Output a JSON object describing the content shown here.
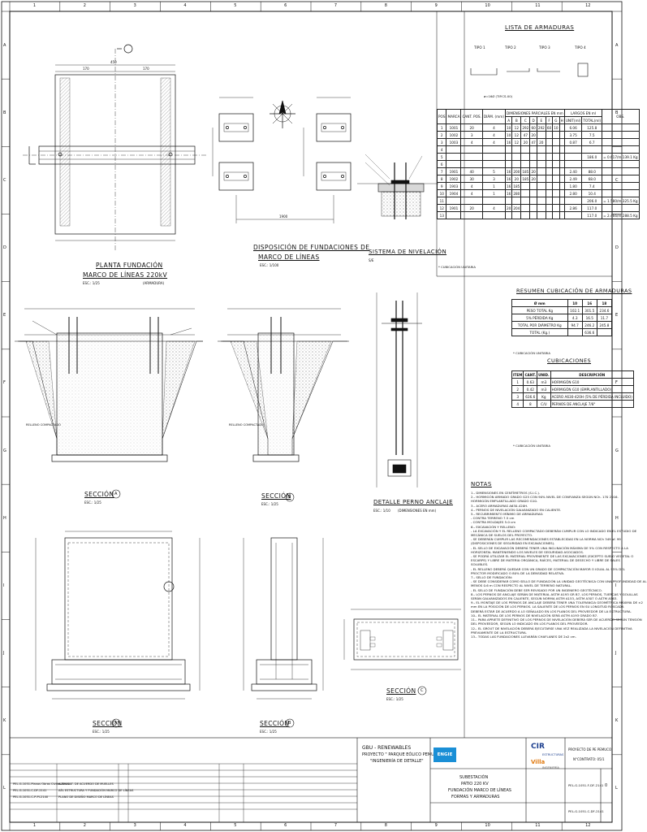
{
  "border": {
    "columns": [
      "1",
      "2",
      "3",
      "4",
      "5",
      "6",
      "7",
      "8",
      "9",
      "10",
      "11",
      "12"
    ],
    "rows": [
      "A",
      "B",
      "C",
      "D",
      "E",
      "F",
      "G",
      "H",
      "I",
      "J",
      "K",
      "L"
    ]
  },
  "drawings": {
    "plan_title": "PLANTA FUNDACIÓN",
    "plan_title2": "MARCO DE LÍNEAS 220kV",
    "plan_scale": "ESC.: 1/25",
    "plan_dims": [
      "450",
      "170",
      "170"
    ],
    "layout_title": "DISPOSICIÓN DE FUNDACIONES DE",
    "layout_title2": "MARCO DE LÍNEAS",
    "layout_scale": "ESC.: 1/100",
    "leveling_title": "SISTEMA DE NIVELACIÓN",
    "leveling_scale": "S/E",
    "sectA_title": "SECCIÓN",
    "sectA_letter": "A",
    "sectA_scale": "ESC.: 1/25",
    "sectB_title": "SECCIÓN",
    "sectB_letter": "B",
    "sectB_scale": "ESC.: 1/25",
    "bolt_title": "DETALLE PERNO ANCLAJE",
    "bolt_scale": "ESC.: 1/10",
    "bolt_note": "(DIMENSIONES EN mm)",
    "sectA2_title": "SECCIÓN",
    "sectA2_letter": "A",
    "sectA2_scale": "ESC.: 1/25",
    "sectB2_title": "SECCIÓN",
    "sectB2_letter": "B",
    "sectB2_scale": "ESC.: 1/25",
    "sectC_title": "SECCIÓN",
    "sectC_letter": "C",
    "sectC_scale": "ESC.: 1/25",
    "fill_label": "RELLENO COMPACTADO",
    "plan_arm": "(ARMADURA)",
    "layout_dim": "1900"
  },
  "armaduras": {
    "title": "LISTA DE ARMADURAS",
    "types": [
      "TIPO 1",
      "TIPO 2",
      "TIPO 3",
      "TIPO 4"
    ],
    "note_phi": "ø=16Ø (TIP.CS.X0)",
    "headers": [
      "POS",
      "MARCA",
      "CANT. POS.",
      "DIÁM. (mm)",
      "A",
      "B",
      "C",
      "D",
      "E",
      "F",
      "G",
      "H",
      "UNIT(ml)",
      "TOTAL(ml)",
      "OBS."
    ],
    "header_group": "DIMENSIONES PARCIALES EN mm",
    "header_group2": "LARGOS EN ml",
    "rows": [
      [
        "1",
        "1001",
        "20",
        "4",
        "10",
        "12",
        "292",
        "60",
        "292",
        "60",
        "10",
        "",
        "6.06",
        "125.8",
        ""
      ],
      [
        "2",
        "1002",
        "3",
        "4",
        "10",
        "12",
        "47",
        "20",
        "",
        "",
        "",
        "",
        "3.75",
        "7.5",
        ""
      ],
      [
        "3",
        "1003",
        "4",
        "4",
        "16",
        "12",
        "20",
        "47",
        "20",
        "",
        "",
        "",
        "0.87",
        "6.7",
        ""
      ],
      [
        "4",
        "",
        "",
        "",
        "",
        "",
        "",
        "",
        "",
        "",
        "",
        "",
        "",
        "",
        ""
      ],
      [
        "5",
        "",
        "",
        "",
        "",
        "",
        "",
        "",
        "",
        "",
        "",
        "",
        "",
        "186.0",
        "= 0.617/m  139.1 Kg"
      ],
      [
        "6",
        "",
        "",
        "",
        "",
        "",
        "",
        "",
        "",
        "",
        "",
        "",
        "",
        "",
        ""
      ],
      [
        "7",
        "1901",
        "40",
        "5",
        "16",
        "200",
        "185",
        "20",
        "",
        "",
        "",
        "",
        "2.40",
        "88.0",
        ""
      ],
      [
        "8",
        "1902",
        "30",
        "3",
        "16",
        "20",
        "185",
        "20",
        "",
        "",
        "",
        "",
        "2.49",
        "68.0",
        ""
      ],
      [
        "9",
        "1903",
        "4",
        "1",
        "16",
        "185",
        "",
        "",
        "",
        "",
        "",
        "",
        "1.80",
        "7.4",
        ""
      ],
      [
        "10",
        "1904",
        "4",
        "1",
        "16",
        "280",
        "",
        "",
        "",
        "",
        "",
        "",
        "2.80",
        "10.4",
        ""
      ],
      [
        "11",
        "",
        "",
        "",
        "",
        "",
        "",
        "",
        "",
        "",
        "",
        "",
        "",
        "206.0",
        "= 1.580/m  325.5 Kg"
      ],
      [
        "12",
        "1901",
        "20",
        "4",
        "20",
        "204",
        "",
        "",
        "",
        "",
        "",
        "",
        "2.86",
        "117.0",
        ""
      ],
      [
        "13",
        "",
        "",
        "",
        "",
        "",
        "",
        "",
        "",
        "",
        "",
        "",
        "",
        "117.0",
        "= 2.466/m  288.5 Kg"
      ]
    ],
    "footnote": "* CUBICACIÓN UNITARIA"
  },
  "resumen": {
    "title": "RESUMEN CUBICACIÓN DE ARMADURAS",
    "headers": [
      "Ø mm",
      "10",
      "16",
      "18"
    ],
    "rows": [
      [
        "PESO TOTAL Kg",
        "102.1",
        "301.5",
        "234.6"
      ],
      [
        "5% PÉRDIDA Kg",
        "4.3",
        "16.5",
        "11.7"
      ],
      [
        "TOTAL POR DIÁMETRO Kg",
        "94.7",
        "246.2",
        "245.8"
      ],
      [
        "TOTAL (Kg.)",
        "",
        "636.6",
        ""
      ]
    ],
    "footnote": "* CUBICACIÓN UNITARIA"
  },
  "cubicaciones": {
    "title": "CUBICACIONES",
    "headers": [
      "ITEM",
      "CANT.",
      "UNID.",
      "DESCRIPCIÓN"
    ],
    "rows": [
      [
        "1",
        "0.63",
        "m3",
        "HORMIGÓN G10"
      ],
      [
        "2",
        "0.42",
        "m3",
        "HORMIGÓN G10 (EMPLANTILLADO)"
      ],
      [
        "3",
        "636.6",
        "Kg",
        "ACERO A630-420H (5% DE PÉRDIDA INCLUIDO)"
      ],
      [
        "4",
        "8",
        "C/U",
        "PERNOS DE ANCLAJE 7/8\""
      ]
    ],
    "footnote": "* CUBICACIÓN UNITARIA"
  },
  "notas": {
    "title": "NOTAS",
    "lines": [
      "1.- DIMENSIONES EN CENTÍMETROS (S.I.C.).",
      "2.- HORMIGÓN ARMADO GRADO G25 CON 90% NIVEL DE CONFIANZA SEGÚN NCh. 170 2016.",
      "    HORMIGÓN EMPLANTILLADO GRADO G10.",
      "3.- ACERO ARMADURAS A630-420H.",
      "4.- PERNOS DE NIVELACIÓN GALVANIZADO EN CALIENTE.",
      "5.- RECUBRIMIENTO MÍNIMO DE ARMADURAS:",
      "    - CONTRA TERRENO 7.5 cm",
      "    - CONTRA MOLDAJES 5.0 cm",
      "6.- EXCAVACIÓN Y RELLENO:",
      "    - LA EXCAVACIÓN Y EL RELLENO COMPACTADO DEBERÁN CUMPLIR CON LO INDICADO EN EL ESTUDIO DE",
      "      MECÁNICA DE SUELOS DEL PROYECTO.",
      "    - SE DEBERÁN CUMPLIR LAS RECOMENDACIONES ESTABLECIDAS EN LA NORMA NCh 349 of. 99",
      "      (DISPOSICIONES DE SEGURIDAD EN EXCAVACIONES).",
      "    - EL SELLO DE EXCAVACIÓN DEBERÁ TENER UNA INCLINACIÓN MÁXIMA DE 5% CON RESPECTO A LA",
      "      HORIZONTAL MANTENIENDO LOS NIVELES DE SEGURIDAD ASOCIADOS.",
      "    - SE PODRÁ UTILIZAR EL MATERIAL PROVENIENTE DE LAS EXCAVACIONES (EXCEPTO SUELO VEGETAL O",
      "      ESCARPE) Y LIBRE DE MATERIA ORGÁNICA, RAÍCES, MATERIAL DE DESECHO Y LIBRE DE SALES",
      "      SOLUBLES.",
      "    - EL RELLENO DEBERÁ QUEDAR CON UN GRADO DE COMPACTACIÓN MAYOR O IGUAL AL 95% DEL",
      "      PROCTOR MODIFICADO O 80% DE LA DENSIDAD RELATIVA.",
      "7.- SELLO DE FUNDACIÓN:",
      "    - SE DEBE CONSIDERAR COMO SELLO DE FUNDACIÓN LA UNIDAD GEOTÉCNICA CON UNA PROFUNDIDAD DE AL",
      "      MENOS 0.6 m CON RESPECTO AL NIVEL DE TERRENO NATURAL.",
      "    - EL SELLO DE FUNDACIÓN DEBE SER REVISADO POR UN INGENIERO GEOTÉCNICO.",
      "8.- LOS PERNOS DE ANCLAJE SERÁN DE MATERIAL ASTM A193 GR B7, LOS PERNOS, TUERCAS Y GOLILLAS",
      "    SERÁN GALVANIZADOS EN CALIENTE, SEGÚN NORMA ASTM A153, ASTM A307 Ó ASTM A563.",
      "9.- EL MONTAJE DE LOS PERNOS DE ANCLAJE DEBERÁ TENER UNA TOLERANCIA GEOMÉTRICA MÁXIMA DE ±2",
      "    mm EN LA POSICIÓN DE LOS PERNOS. LA SALIENTE DE LOS PERNOS EN SU LONGITUD ROSCADA",
      "    DEBERÁ ESTAR DE ACUERDO A LO SEÑALADO EN LOS PLANOS DEL PROVEEDOR DE LA ESTRUCTURA.",
      "10.- EL MATERIAL DE LOS PERNOS DE NIVELACIÓN SERÁ ASTM A193 GRADO B7.",
      "11.- PARA APRIETE DEFINITIVO DE LOS PERNOS DE NIVELACIÓN DEBERÁ SER DE ACUERDO SEGÚN TENSIÓN",
      "     DEL PROVEEDOR, SEGÚN LO INDICADO EN LOS PLANOS DEL PROVEEDOR.",
      "12.- EL GROUT DE NIVELACIÓN DEBERÁ EJECUTARSE UNA VEZ REALIZADA LA NIVELACIÓN DEFINITIVA",
      "     PREVIAMENTE DE LA ESTRUCTURA.",
      "13.- TODAS LAS FUNDACIONES LLEVARÁN CHAFLANES DE 2x2 cm."
    ]
  },
  "titleblock": {
    "company1": "GBU - RENEWABLES",
    "company2": "PROYECTO \" PARQUE EÓLICO PEMUCO\"",
    "company3": "\"INGENIERÍA DE DETALLE\"",
    "logo1": "ENGIE",
    "logo2": "CIR",
    "logo2_sub": "ESTRUCTURAS",
    "logo3": "Villa",
    "logo3_sub": "INGENIERÍA",
    "project_right": "PROYECTO DE PE PEMUCO",
    "contract": "N°CONTRATO: 05/1",
    "drawing1": "SUBESTACIÓN",
    "drawing2": "PATIO 220 KV",
    "drawing3": "FUNDACIÓN MARCO DE LÍNEAS",
    "drawing4": "FORMAS Y ARMADURAS",
    "doc_no": "PEL-G-1051-F-DF-2141",
    "doc_no2": "PEL-G-1051-C-DF-2141",
    "rev": "0",
    "refs": [
      "PEL-G-1051-Planos Obras Civiles-Rev.0",
      "PEL-G-1051-C-DF-2141",
      "PEL-G-1051-C-P-PI-2140"
    ],
    "ref_desc": [
      "ALTERNAT. DE ACUERDO DE MUELLES",
      "AÉL ESTRUCTURA Y FUNDACIÓN MARCO DE LÍNEAS",
      "PLANO DE DISEÑO MARCO DE LÍNEAS"
    ]
  }
}
